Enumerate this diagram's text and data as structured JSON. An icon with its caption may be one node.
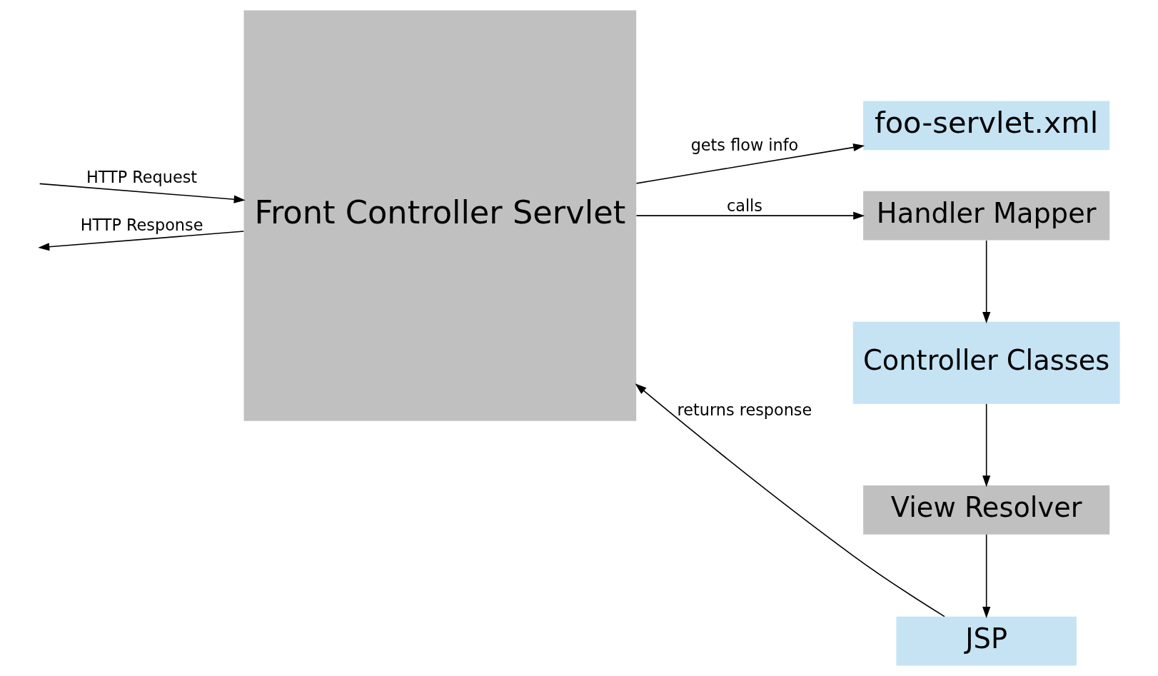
{
  "diagram": {
    "nodes": [
      {
        "text": [
          "Front Controller Servlet"
        ]
      },
      {
        "text": [
          "foo-servlet.xml"
        ]
      },
      {
        "text": [
          "Handler Mapper"
        ]
      },
      {
        "text": [
          "Controller Classes"
        ]
      },
      {
        "text": [
          "View Resolver"
        ]
      },
      {
        "text": [
          "JSP"
        ]
      }
    ],
    "edges": [
      {
        "from": null,
        "to": 0,
        "arrow": "to",
        "label": "HTTP Request"
      },
      {
        "from": 0,
        "to": 1,
        "arrow": "to",
        "label": "gets flow info"
      },
      {
        "from": 0,
        "to": 2,
        "arrow": "to",
        "label": "calls"
      },
      {
        "from": 2,
        "to": 3,
        "arrow": "to"
      },
      {
        "from": 3,
        "to": 4,
        "arrow": "to"
      },
      {
        "from": 4,
        "to": 5,
        "arrow": "to"
      },
      {
        "from": 5,
        "to": 0,
        "arrow": "to",
        "label": "returns response"
      },
      {
        "from": 0,
        "to": null,
        "arrow": "to",
        "label": "HTTP Response"
      }
    ]
  }
}
